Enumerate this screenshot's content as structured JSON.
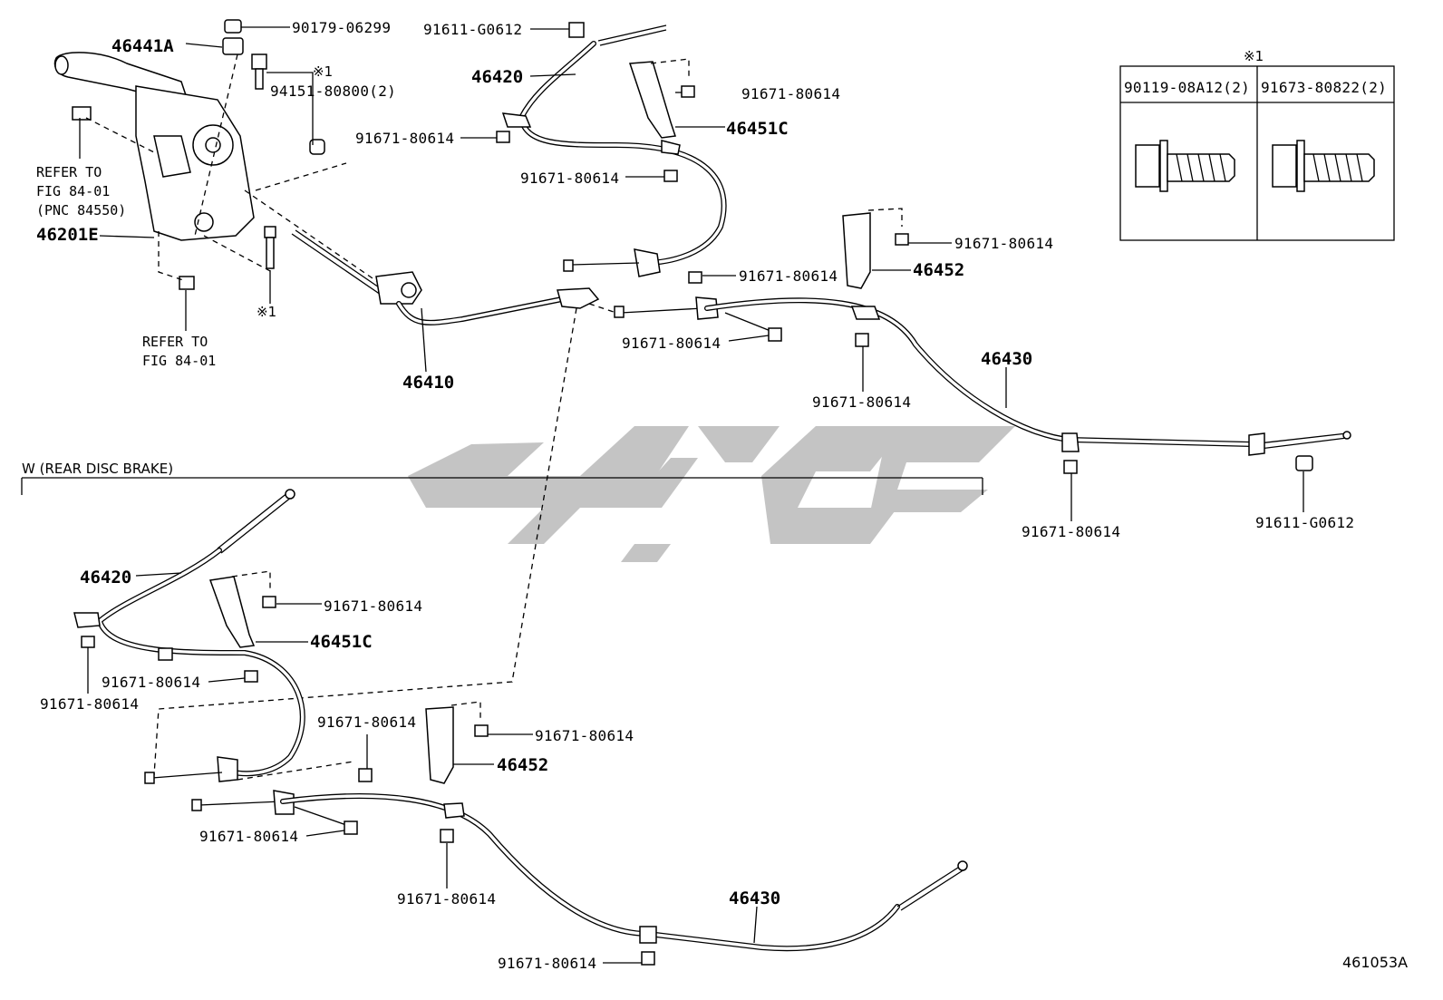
{
  "diagram": {
    "code": "461053A",
    "note_mark": "※1",
    "section_w": "W (REAR DISC BRAKE)",
    "upper": {
      "p90179": "90179-06299",
      "p46441A": "46441A",
      "p94151": "94151-80800(2)",
      "refer1": "REFER TO\nFIG 84-01\n(PNC 84550)",
      "p46201E": "46201E",
      "refer2": "REFER TO\nFIG 84-01",
      "p46410": "46410",
      "p91611a": "91611-G0612",
      "p46420": "46420",
      "p91671a": "91671-80614",
      "p46451C": "46451C",
      "p91671b": "91671-80614",
      "p91671c": "91671-80614",
      "p91671d": "91671-80614",
      "p91671e": "91671-80614",
      "p46452": "46452",
      "p91671f": "91671-80614",
      "p91671g": "91671-80614",
      "p46430": "46430",
      "p91671h": "91671-80614",
      "p91611b": "91611-G0612"
    },
    "lower": {
      "p46420": "46420",
      "p91671a": "91671-80614",
      "p46451C": "46451C",
      "p91671b": "91671-80614",
      "p91671c": "91671-80614",
      "p91671d": "91671-80614",
      "p91671e": "91671-80614",
      "p46452": "46452",
      "p91671f": "91671-80614",
      "p91671g": "91671-80614",
      "p46430": "46430",
      "p91671h": "91671-80614"
    },
    "legend": {
      "title": "※1",
      "col1": "90119-08A12(2)",
      "col2": "91673-80822(2)"
    }
  }
}
